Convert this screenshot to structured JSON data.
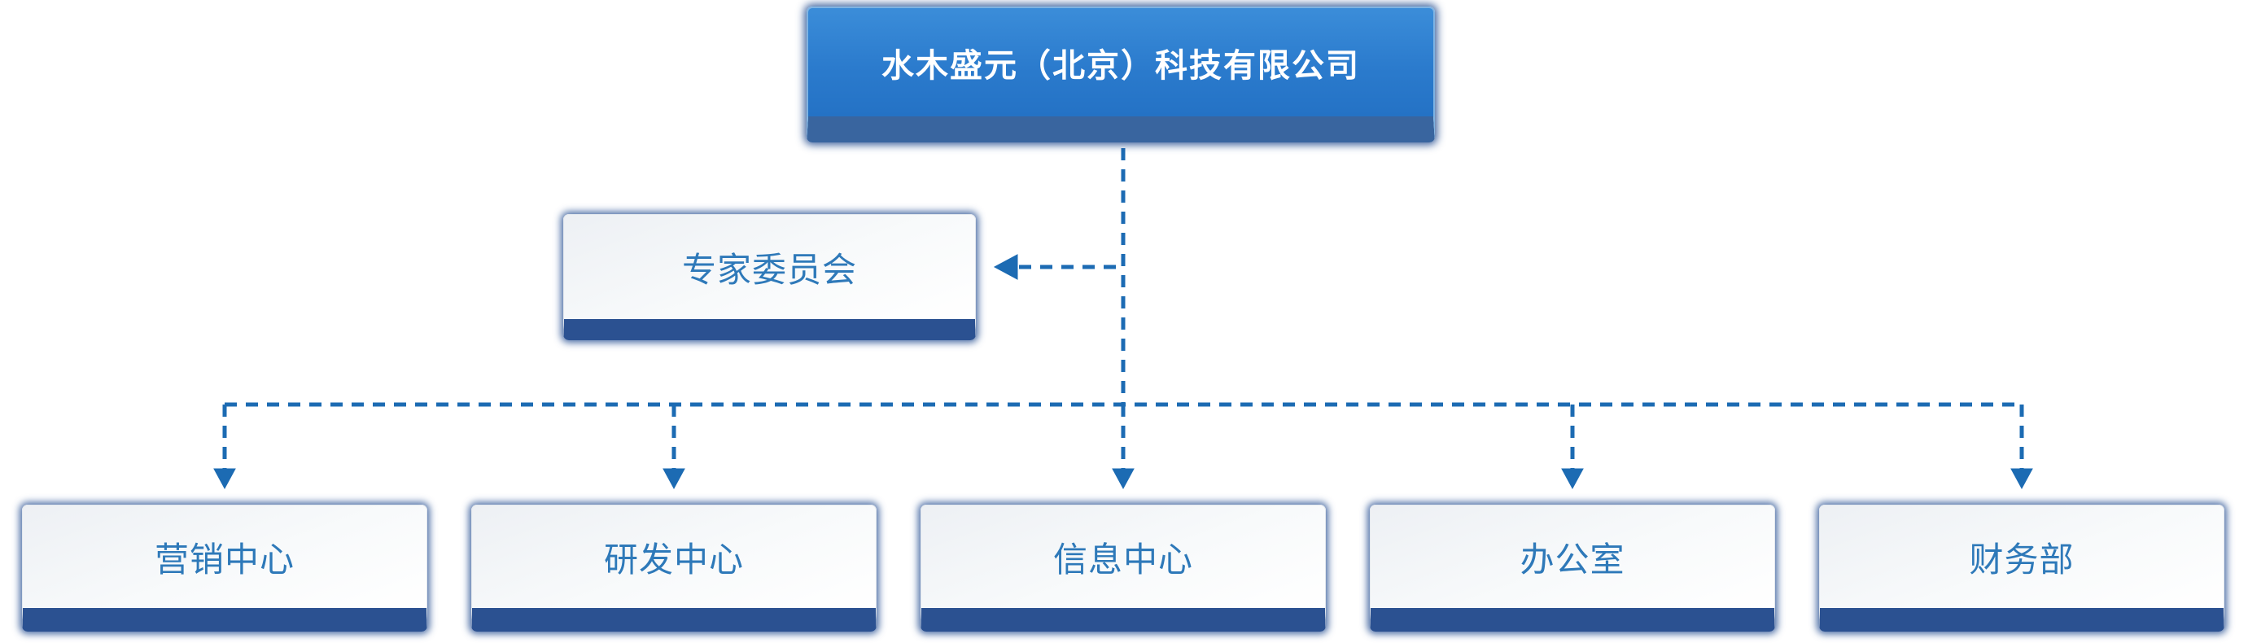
{
  "page": {
    "background_color": "#ffffff"
  },
  "org": {
    "root": {
      "label": "水木盛元（北京）科技有限公司",
      "fill_top_color": "#3b8dd9",
      "fill_bottom_color": "#2472c5",
      "base_color": "#39659f",
      "text_color": "#ffffff"
    },
    "committee": {
      "label": "专家委员会"
    },
    "departments": [
      {
        "label": "营销中心"
      },
      {
        "label": "研发中心"
      },
      {
        "label": "信息中心"
      },
      {
        "label": "办公室"
      },
      {
        "label": "财务部"
      }
    ],
    "white_node_text_color": "#2e79b9",
    "white_node_base_color": "#2b5191",
    "connector_color": "#1c6bb3",
    "connector_style": "dashed"
  }
}
